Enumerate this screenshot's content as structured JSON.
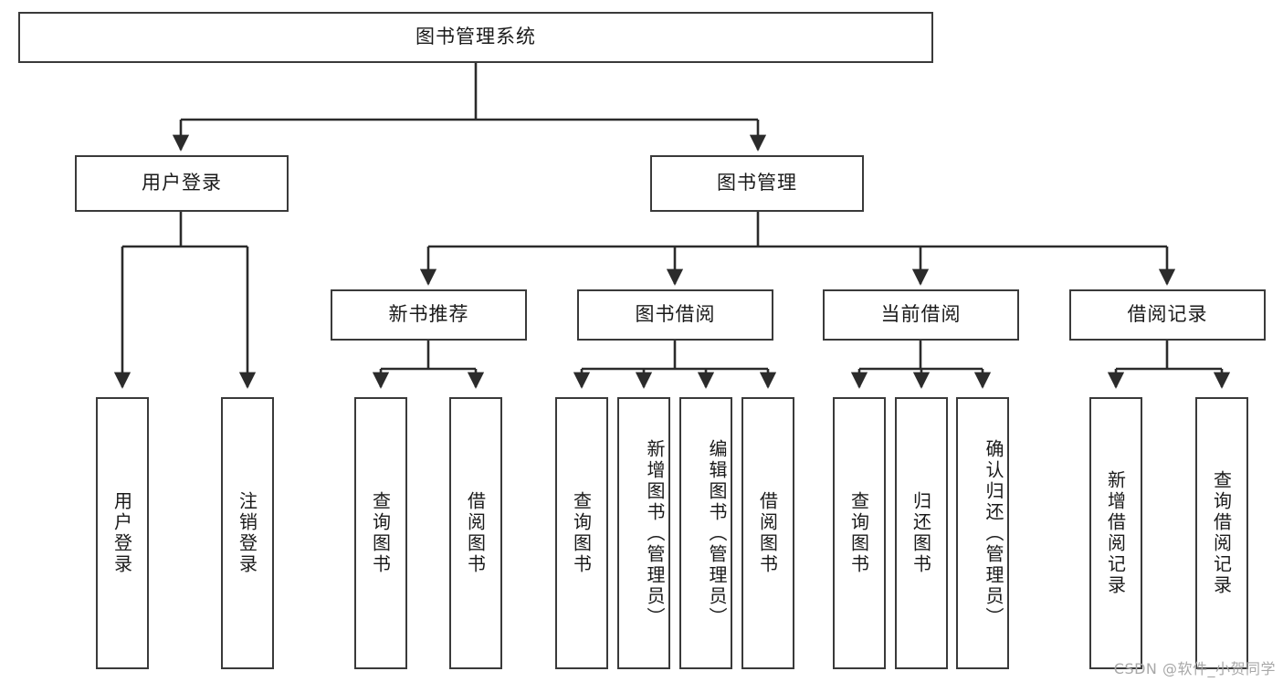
{
  "diagram": {
    "title": "图书管理系统",
    "type": "hierarchy-tree",
    "orientation": "top-down",
    "colors": {
      "box_border": "#3a3a3a",
      "box_fill": "#ffffff",
      "connector": "#2b2b2b",
      "text": "#1a1a1a",
      "watermark": "#a8a8a8",
      "background": "#ffffff"
    },
    "root": {
      "id": "root",
      "label": "图书管理系统"
    },
    "level2": [
      {
        "id": "user-login",
        "label": "用户登录"
      },
      {
        "id": "book-manage",
        "label": "图书管理"
      }
    ],
    "level3": [
      {
        "id": "new-book-rec",
        "label": "新书推荐",
        "parent": "book-manage"
      },
      {
        "id": "book-borrow",
        "label": "图书借阅",
        "parent": "book-manage"
      },
      {
        "id": "current-borrow",
        "label": "当前借阅",
        "parent": "book-manage"
      },
      {
        "id": "borrow-record",
        "label": "借阅记录",
        "parent": "book-manage"
      }
    ],
    "leaves": [
      {
        "id": "leaf-user-login",
        "label": "用户登录",
        "parent": "user-login"
      },
      {
        "id": "leaf-logout",
        "label": "注销登录",
        "parent": "user-login"
      },
      {
        "id": "leaf-query-book-1",
        "label": "查询图书",
        "parent": "new-book-rec"
      },
      {
        "id": "leaf-borrow-book-1",
        "label": "借阅图书",
        "parent": "new-book-rec"
      },
      {
        "id": "leaf-query-book-2",
        "label": "查询图书",
        "parent": "book-borrow"
      },
      {
        "id": "leaf-add-book",
        "label": "新增图书（管理员）",
        "parent": "book-borrow"
      },
      {
        "id": "leaf-edit-book",
        "label": "编辑图书（管理员）",
        "parent": "book-borrow"
      },
      {
        "id": "leaf-borrow-book-2",
        "label": "借阅图书",
        "parent": "book-borrow"
      },
      {
        "id": "leaf-query-book-3",
        "label": "查询图书",
        "parent": "current-borrow"
      },
      {
        "id": "leaf-return-book",
        "label": "归还图书",
        "parent": "current-borrow"
      },
      {
        "id": "leaf-confirm-return",
        "label": "确认归还（管理员）",
        "parent": "current-borrow"
      },
      {
        "id": "leaf-add-record",
        "label": "新增借阅记录",
        "parent": "borrow-record"
      },
      {
        "id": "leaf-query-record",
        "label": "查询借阅记录",
        "parent": "borrow-record"
      }
    ]
  },
  "watermark": {
    "text": "CSDN @软件_小贺同学"
  }
}
